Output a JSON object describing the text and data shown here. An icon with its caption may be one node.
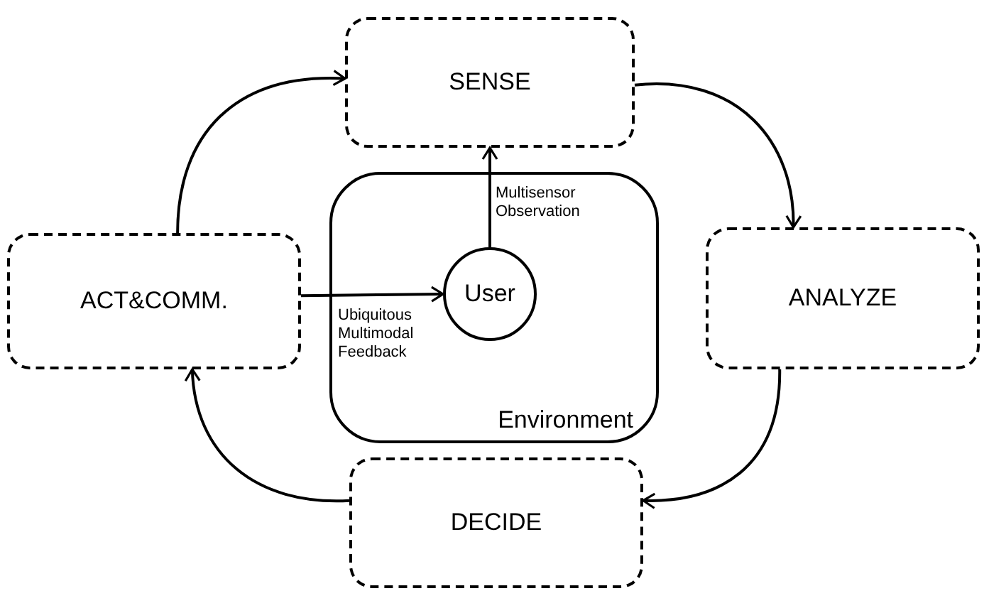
{
  "diagram": {
    "nodes": [
      {
        "text": [
          "SENSE"
        ]
      },
      {
        "text": [
          "ACT&COMM."
        ]
      },
      {
        "text": [
          "Environment"
        ]
      },
      {
        "text": [
          "User"
        ],
        "in": 2
      },
      {
        "text": [
          "ANALYZE"
        ]
      },
      {
        "text": [
          "DECIDE"
        ]
      }
    ],
    "edges": [
      {
        "from": 1,
        "to": 0,
        "arrow": "to"
      },
      {
        "from": 0,
        "to": 4,
        "arrow": "to"
      },
      {
        "from": 4,
        "to": 5,
        "arrow": "to"
      },
      {
        "from": 5,
        "to": 1,
        "arrow": "to"
      },
      {
        "from": 3,
        "to": 0,
        "arrow": "to",
        "label": "Multisensor Observation"
      },
      {
        "from": 1,
        "to": 3,
        "arrow": "to",
        "label": "Ubiquitous Multimodal Feedback"
      }
    ]
  }
}
